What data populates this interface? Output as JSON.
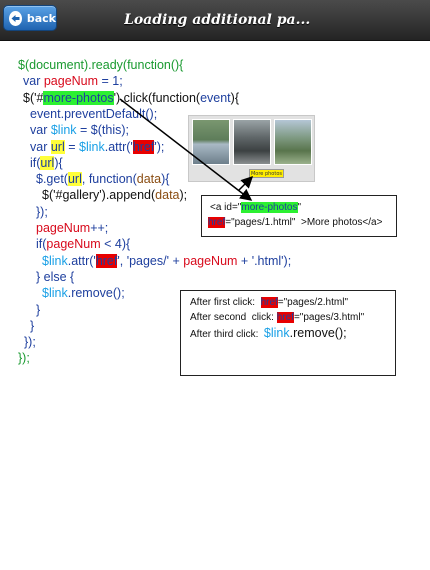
{
  "header": {
    "back_label": "back",
    "title": "Loading additional pa..."
  },
  "code_lines": [
    [
      [
        "$(document).ready(function(){",
        "green"
      ]
    ],
    [
      [
        "var ",
        "blue"
      ],
      [
        "pageNum",
        "red"
      ],
      [
        " = 1;",
        "blue"
      ]
    ],
    [
      [
        "$('#",
        "black"
      ],
      [
        "more-photos",
        "hl-green"
      ],
      [
        "').click(function(",
        "black"
      ],
      [
        "event",
        "blue"
      ],
      [
        "){",
        "black"
      ]
    ],
    [
      [
        "event",
        "blue"
      ],
      [
        ".preventDefault();",
        "blue"
      ]
    ],
    [
      [
        "var ",
        "blue"
      ],
      [
        "$link",
        "cyan"
      ],
      [
        " = $(this);",
        "blue"
      ]
    ],
    [
      [
        "var ",
        "blue"
      ],
      [
        "url",
        "hl-yellow"
      ],
      [
        " = ",
        "blue"
      ],
      [
        "$link",
        "cyan"
      ],
      [
        ".attr('",
        "blue"
      ],
      [
        "href",
        "hl-red"
      ],
      [
        "');",
        "blue"
      ]
    ],
    [
      [
        "if(",
        "blue"
      ],
      [
        "url",
        "hl-yellow"
      ],
      [
        "){",
        "blue"
      ]
    ],
    [
      [
        "$.get(",
        "blue"
      ],
      [
        "url",
        "hl-yellow"
      ],
      [
        ", function(",
        "blue"
      ],
      [
        "data",
        "brown"
      ],
      [
        "){",
        "blue"
      ]
    ],
    [
      [
        "$('#gallery').append(",
        "black"
      ],
      [
        "data",
        "brown"
      ],
      [
        ");",
        "black"
      ]
    ],
    [
      [
        "});",
        "blue"
      ]
    ],
    [
      [
        "pageNum",
        "red"
      ],
      [
        "++;",
        "blue"
      ]
    ],
    [
      [
        "if(",
        "blue"
      ],
      [
        "pageNum",
        "red"
      ],
      [
        " < 4){",
        "blue"
      ]
    ],
    [
      [
        "$link",
        "cyan"
      ],
      [
        ".attr('",
        "blue"
      ],
      [
        "href",
        "hl-red"
      ],
      [
        "', 'pages/' + ",
        "blue"
      ],
      [
        "pageNum",
        "red"
      ],
      [
        " + '.html');",
        "blue"
      ]
    ],
    [
      [
        "} else {",
        "blue"
      ]
    ],
    [
      [
        "$link",
        "cyan"
      ],
      [
        ".remove();",
        "blue"
      ]
    ],
    [
      [
        "}",
        "blue"
      ]
    ],
    [
      [
        "}",
        "blue"
      ]
    ],
    [
      [
        "});",
        "blue"
      ]
    ],
    [
      [
        "});",
        "green"
      ]
    ]
  ],
  "gallery": {
    "button_label": "More photos"
  },
  "markup_box": {
    "line1": [
      [
        "<a id=\"",
        "black"
      ],
      [
        "more-photos",
        "hl-green"
      ],
      [
        "\"",
        "black"
      ]
    ],
    "line2": [
      [
        "href",
        "hl-red"
      ],
      [
        "=\"pages/1.html\"  >More photos</a>",
        "black"
      ]
    ]
  },
  "clicks_box": {
    "line1": [
      [
        "After first click:  ",
        "black"
      ],
      [
        "href",
        "hl-red"
      ],
      [
        "=\"pages/2.html\"",
        "black"
      ]
    ],
    "line2": [
      [
        "After second  click: ",
        "black"
      ],
      [
        "href",
        "hl-red"
      ],
      [
        "=\"pages/3.html\"",
        "black"
      ]
    ],
    "line3": [
      [
        "After third click:  ",
        "black"
      ],
      [
        "$link",
        "cyan-big"
      ],
      [
        ".remove();",
        "black-big"
      ]
    ]
  }
}
